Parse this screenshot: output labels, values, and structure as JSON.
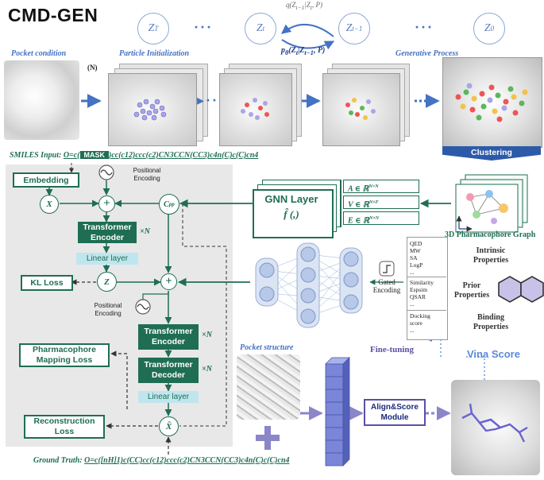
{
  "title": "CMD-GEN",
  "diffusion": {
    "states": [
      "Z_T",
      "Z_t",
      "Z_{t-1}",
      "Z_0"
    ],
    "forward_label": "q(Z_{t-1}|Z_t, P)",
    "reverse_label": "p_θ(Z_t|Z_{t-1}, P)",
    "ellipsis": "···"
  },
  "stage_labels": {
    "pocket_condition": "Pocket condition",
    "particle_init": "Particle Initialization",
    "generative": "Generative Process",
    "n_label": "(N)",
    "clustering": "Clustering"
  },
  "smiles_input": {
    "label": "SMILES Input:",
    "prefix": "O=c(",
    "mask": "MASK",
    "suffix": ")cc(c12)ccc(c2)CN3CCN(CC3)c4n(C)c(C)cn4"
  },
  "ground_truth": {
    "label": "Ground Truth:",
    "value": "O=c([nH]1)c(CC)cc(c12)ccc(c2)CN3CCN(CC3)c4n(C)c(C)cn4"
  },
  "model": {
    "embedding": "Embedding",
    "positional_encoding": "Positional Encoding",
    "x": "X",
    "c_pp": "C_pp",
    "z": "Z",
    "x_hat": "X̂",
    "encoder1": "Transformer Encoder",
    "times_n": "×N",
    "linear1": "Linear layer",
    "kl_loss": "KL Loss",
    "encoder2": "Transformer Encoder",
    "decoder": "Transformer Decoder",
    "linear2": "Linear layer",
    "pharm_loss": "Pharmacophore Mapping Loss",
    "recon_loss": "Reconstruction Loss"
  },
  "gnn": {
    "title": "GNN Layer",
    "func": "f̂ (,)",
    "A": "A ∈ ℝ^{N×N}",
    "V": "V ∈ ℝ^{N×F}",
    "E": "E ∈ ℝ^{N×N}",
    "graph_label": "3D Pharmacophore Graph"
  },
  "gated_encoding": "Gated Encoding",
  "properties": {
    "list1": [
      "QED",
      "MW",
      "SA",
      "LogP",
      "..."
    ],
    "list2": [
      "Similarity",
      "Espsim",
      "QSAR",
      "..."
    ],
    "list3": [
      "Docking",
      "score",
      "..."
    ],
    "intrinsic": "Intrinsic Properties",
    "prior": "Prior Properties",
    "binding": "Binding Properties"
  },
  "pocket_structure": "Pocket structure",
  "fine_tuning": "Fine-tuning",
  "vina_score": "Vina Score",
  "align_module": "Align&Score Module",
  "colors": {
    "green": "#1f6e53",
    "blue": "#4472c4",
    "purple": "#5b4fa8",
    "gray_panel": "#ececec"
  }
}
